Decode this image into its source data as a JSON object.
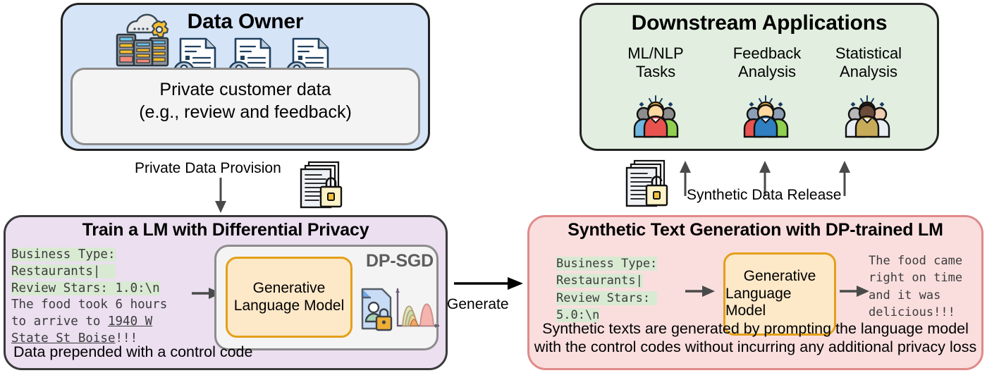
{
  "figure": {
    "type": "diagram",
    "title": "DP synthetic text generation pipeline"
  },
  "data_owner": {
    "title": "Data Owner",
    "card_line1": "Private customer data",
    "card_line2": "(e.g., review and feedback)",
    "icons": [
      "server-database-icon",
      "document-user-icon",
      "document-user-icon",
      "document-user-icon"
    ],
    "panel_color": "#d6e4f7"
  },
  "downstream": {
    "title": "Downstream Applications",
    "panel_color": "#e2efe0",
    "apps": [
      {
        "label": "ML/NLP\nTasks",
        "line1": "ML/NLP",
        "line2": "Tasks",
        "icon": "people-group-icon"
      },
      {
        "label": "Feedback\nAnalysis",
        "line1": "Feedback",
        "line2": "Analysis",
        "icon": "people-group-icon"
      },
      {
        "label": "Statistical\nAnalysis",
        "line1": "Statistical",
        "line2": "Analysis",
        "icon": "people-group-icon"
      }
    ]
  },
  "flows": {
    "private_data_provision": "Private Data Provision",
    "synthetic_data_release": "Synthetic Data Release",
    "generate": "Generate",
    "lock_documents_icon": "documents-lock-icon"
  },
  "train": {
    "title": "Train a LM with Differential Privacy",
    "panel_color": "#ebdff0",
    "caption": "Data prepended with a control code",
    "code": {
      "control_code_lines": [
        "Business Type:",
        "Restaurants|",
        "Review Stars: 1.0:\\n"
      ],
      "body_lines": [
        "The food took 6 hours",
        "to arrive to 1940 W",
        "State St Boise!!!"
      ],
      "underlined_span": "1940 W State St Boise"
    },
    "model_label_line1": "Generative",
    "model_label_line2": "Language Model",
    "dp_sgd_label": "DP-SGD",
    "dp_icon": "private-document-lock-icon",
    "dist_icon": "distribution-plot-icon",
    "model_color": "#fde8c8"
  },
  "generate": {
    "title": "Synthetic Text Generation with DP-trained LM",
    "panel_color": "#fadede",
    "caption_line1": "Synthetic texts are generated by prompting the language model",
    "caption_line2": "with the control codes without incurring any additional privacy loss",
    "prompt_lines": [
      "Business Type:",
      "Restaurants|",
      "Review Stars:",
      "5.0:\\n"
    ],
    "model_label_line1": "Generative",
    "model_label_line2": "Language Model",
    "output_lines": [
      "The food came",
      "right on time",
      "and it was",
      "delicious!!!"
    ]
  },
  "colors": {
    "blue_panel": "#d6e4f7",
    "green_panel": "#e2efe0",
    "purple_panel": "#ebdff0",
    "pink_panel": "#fadede",
    "model_orange_fill": "#fde8c8",
    "model_orange_border": "#e3a01a",
    "code_highlight": "#d9ead3",
    "stroke": "#222222"
  }
}
